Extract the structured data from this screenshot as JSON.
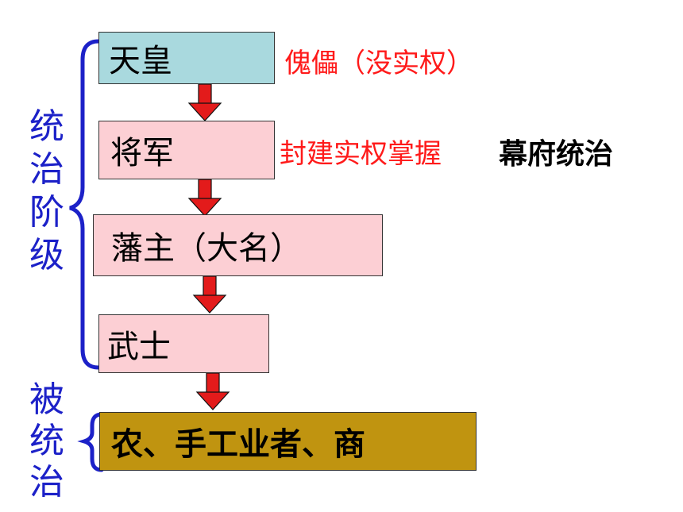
{
  "hierarchy": {
    "emperor": "天皇",
    "shogun": "将军",
    "daimyo": "藩主（大名）",
    "samurai": "武士",
    "commoners": "农、手工业者、商"
  },
  "notes": {
    "emperor_note": "傀儡（没实权）",
    "shogun_note": "封建实权掌握",
    "shogun_rule": "幕府统治"
  },
  "groups": {
    "ruling_class": "统治阶级",
    "ruled": "被统治"
  },
  "colors": {
    "emperor_box": "#a9d9de",
    "rank_box": "#fccfd4",
    "commoner_box": "#c09410",
    "arrow": "#e31b1b",
    "bracket": "#1c21c8",
    "note_red": "#ff1a1a",
    "group_label": "#1c21c8"
  }
}
